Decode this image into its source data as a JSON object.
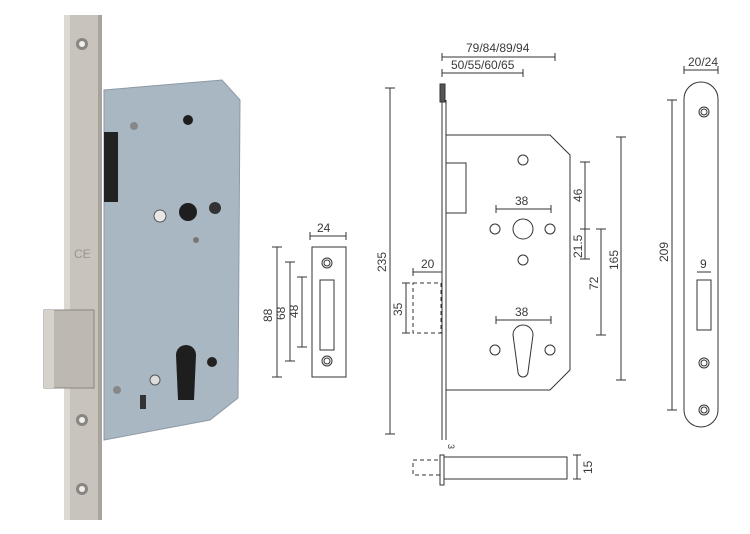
{
  "photo": {
    "label": "Mortise lock body photo",
    "faceplate_color": "#c9c4bd",
    "case_color": "#a8b6c2",
    "mark": "CE"
  },
  "strike_plate": {
    "width_label": "24",
    "heights": [
      "88",
      "68",
      "48"
    ]
  },
  "lock_body": {
    "backset_outer": "79/84/89/94",
    "backset_inner": "50/55/60/65",
    "height_total": "235",
    "latch_projection": "20",
    "latch_height": "35",
    "spindle_spacing": "38",
    "cylinder_spacing": "38",
    "top_dim": "46",
    "mid_dim": "21.5",
    "center_to_center": "72",
    "case_height": "165",
    "faceplate_thickness": "3",
    "bolt_width": "15"
  },
  "faceplate": {
    "width_label": "20/24",
    "height_label": "209",
    "slot_width": "9"
  }
}
